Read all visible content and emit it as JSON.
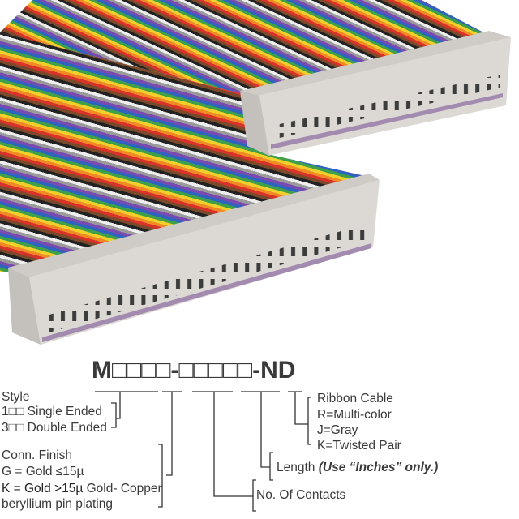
{
  "part_number": {
    "prefix": "M",
    "group1": "□□□□",
    "sep": "-",
    "group2": "□□□□□",
    "suffix": "-ND"
  },
  "style": {
    "title": "Style",
    "single": "1□□ Single Ended",
    "double": "3□□ Double Ended"
  },
  "finish": {
    "title": "Conn. Finish",
    "g": "G = Gold ≤15µ",
    "k_bold": "K = Gold >15µ",
    "k_rest": " Gold- Copper",
    "k_line2": "beryllium pin plating"
  },
  "contacts": {
    "label": "No. Of Contacts"
  },
  "length": {
    "label": "Length ",
    "note": "(Use “Inches” only.)"
  },
  "ribbon": {
    "title": "Ribbon Cable",
    "r": "R=Multi-color",
    "j": "J=Gray",
    "k": "K=Twisted Pair"
  },
  "colors": {
    "stripes": [
      "#7a4a2a",
      "#d8322a",
      "#f08a24",
      "#f2d02c",
      "#3fa04a",
      "#2f63c0",
      "#7a4ab0",
      "#9a9a9a",
      "#f2f2f2",
      "#222222"
    ],
    "connector": "#d9d6d2",
    "text": "#3a3a3a"
  }
}
